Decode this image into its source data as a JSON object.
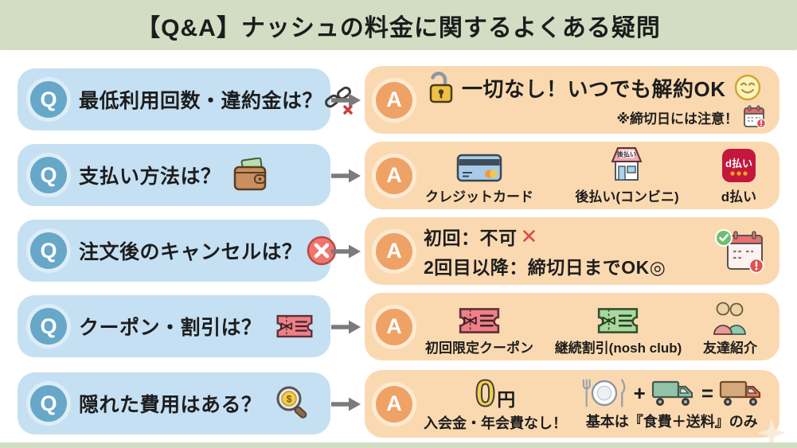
{
  "header": {
    "title": "【Q&A】ナッシュの料金に関するよくある疑問"
  },
  "q_letter": "Q",
  "a_letter": "A",
  "icon_text": {
    "dollar": "$"
  },
  "colors": {
    "header_bg": "#d3ddc4",
    "q_box_bg": "#c5e0f2",
    "q_circle": "#67a7c8",
    "a_box_bg": "#fbd9b0",
    "a_circle": "#efa265",
    "arrow": "#7b7b7b",
    "dbarai_red": "#c3173d"
  },
  "rows": [
    {
      "question": "最低利用回数・違約金は？",
      "answer_main": "一切なし！いつでも解約OK",
      "answer_note": "※締切日には注意！"
    },
    {
      "question": "支払い方法は？",
      "items": [
        {
          "label": "クレジットカード"
        },
        {
          "label": "後払い(コンビニ)",
          "sign": "後払い"
        },
        {
          "label": "d払い",
          "logo": "d払い"
        }
      ]
    },
    {
      "question": "注文後のキャンセルは？",
      "line1": "初回：不可",
      "line1_mark": "✕",
      "line2": "2回目以降：締切日までOK◎"
    },
    {
      "question": "クーポン・割引は？",
      "items": [
        {
          "label": "初回限定クーポン"
        },
        {
          "label": "継続割引(nosh club)"
        },
        {
          "label": "友達紹介"
        }
      ]
    },
    {
      "question": "隠れた費用はある？",
      "zero": "0",
      "yen": "円",
      "zero_label": "入会金・年会費なし！",
      "plus": "+",
      "equals": "=",
      "formula_label": "基本は『食費＋送料』のみ"
    }
  ]
}
